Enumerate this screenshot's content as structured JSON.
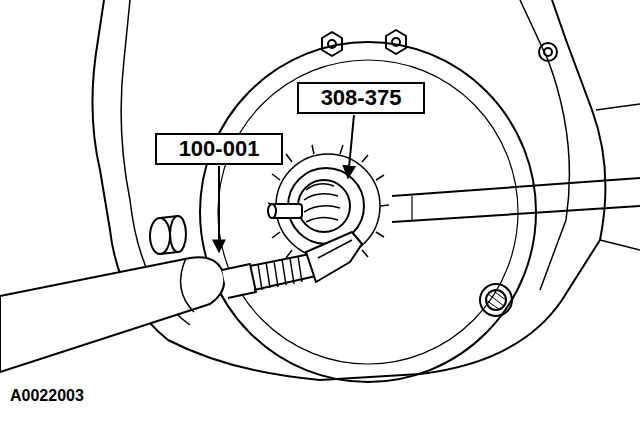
{
  "diagram": {
    "nodes": [
      {
        "text": [
          "100-001"
        ]
      },
      {
        "text": [
          "308-375"
        ]
      }
    ],
    "labels": [
      "A0022003"
    ]
  }
}
